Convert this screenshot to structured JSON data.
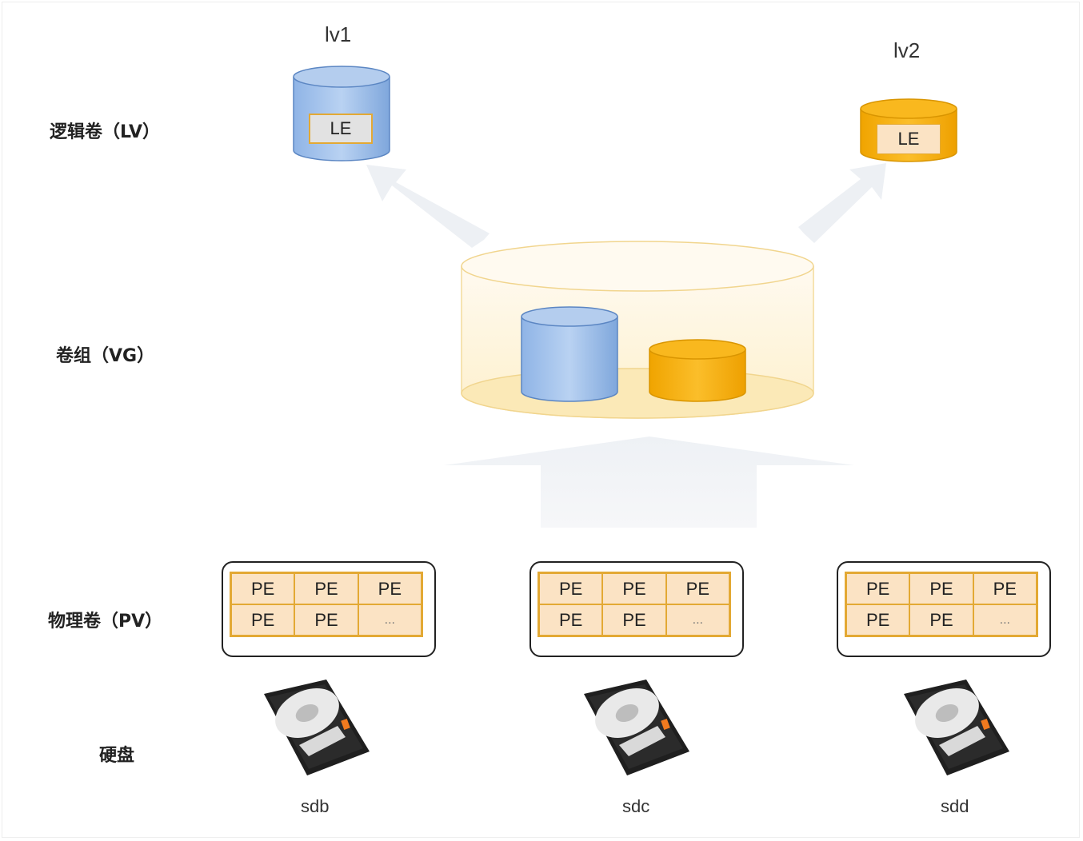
{
  "labels": {
    "lv": "逻辑卷（LV）",
    "vg": "卷组（VG）",
    "pv": "物理卷（PV）",
    "disk": "硬盘"
  },
  "logical_volumes": [
    {
      "name": "lv1",
      "extent": "LE",
      "color": "#7aa6de"
    },
    {
      "name": "lv2",
      "extent": "LE",
      "color": "#f4ad0c"
    }
  ],
  "physical_volumes": [
    {
      "cells": [
        "PE",
        "PE",
        "PE",
        "PE",
        "PE",
        "..."
      ],
      "disk": "sdb"
    },
    {
      "cells": [
        "PE",
        "PE",
        "PE",
        "PE",
        "PE",
        "..."
      ],
      "disk": "sdc"
    },
    {
      "cells": [
        "PE",
        "PE",
        "PE",
        "PE",
        "PE",
        "..."
      ],
      "disk": "sdd"
    }
  ],
  "colors": {
    "lv_blue": "#7aa6de",
    "lv_orange": "#f4ad0c",
    "vg_fill": "#fdf3d6",
    "pe_fill": "#fbe3c4",
    "pe_border": "#e3a934",
    "arrow": "#edf1f6"
  }
}
